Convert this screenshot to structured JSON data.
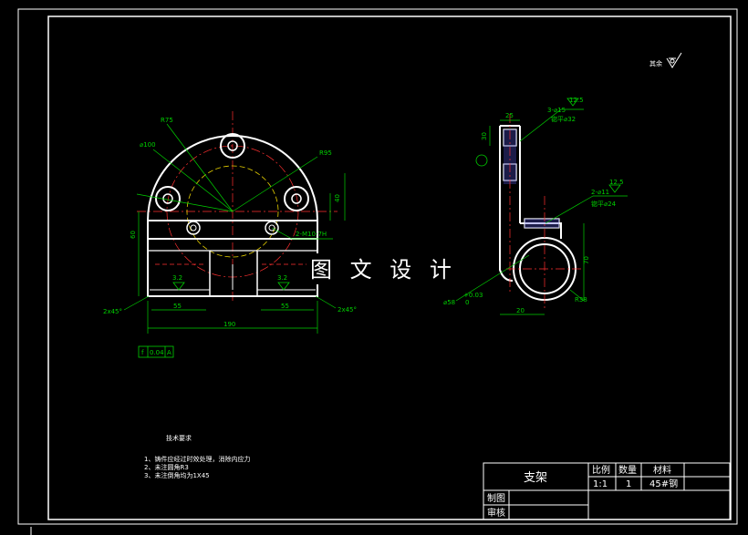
{
  "watermark": "图 文 设 计",
  "surface_finish_note": "其余",
  "technical_requirements": {
    "title": "技术要求",
    "items": [
      "1、铸件应经过时效处理，消除内应力",
      "2、未注圆角R3",
      "3、未注倒角均为1X45"
    ]
  },
  "front_view": {
    "dims": {
      "r75": "R75",
      "phi100": "⌀100",
      "r95": "R95",
      "thread": "2-M10-7H",
      "chamfer_left": "2x45°",
      "chamfer_right": "2x45°",
      "roughness_left": "3.2",
      "roughness_right": "3.2",
      "width_190": "190",
      "side_40": "40",
      "side_60": "60",
      "gap_55": "55",
      "gap_55b": "55"
    },
    "flatness": [
      "f",
      "0.04",
      "A"
    ]
  },
  "side_view": {
    "dims": {
      "top_width": "25",
      "roughness_top": "12.5",
      "holes_15": "3-⌀15",
      "counterbore_32": "锪平⌀32",
      "roughness_mid": "12.5",
      "holes_11": "2-⌀11",
      "counterbore_24": "锪平⌀24",
      "bore_58": "⌀58",
      "tol_upper": "+0.03",
      "tol_lower": "0",
      "radius_38": "R38",
      "depth_30": "30",
      "bottom_20": "20",
      "right_70": "70"
    }
  },
  "title_block": {
    "part_name": "支架",
    "headers": [
      "比例",
      "数量",
      "材料"
    ],
    "values": [
      "1:1",
      "1",
      "45#钢"
    ],
    "drawn_by": "制图",
    "checked_by": "审核"
  }
}
